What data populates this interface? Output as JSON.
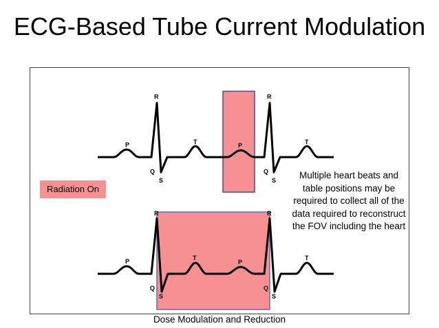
{
  "slide": {
    "title": "ECG-Based Tube Current Modulation",
    "radiation_label": "Radiation On",
    "note": "Multiple heart beats and table positions may be required to collect all of the data required to reconstruct the FOV including the heart",
    "caption": "Dose Modulation and Reduction"
  },
  "ecg_top": {
    "labels": {
      "p1": "P",
      "r1": "R",
      "q1": "Q",
      "s1": "S",
      "t1": "T",
      "p2": "P",
      "r2": "R",
      "q2": "Q",
      "s2": "S",
      "t2": "T"
    }
  },
  "ecg_bottom": {
    "labels": {
      "p1": "P",
      "r1": "R",
      "q1": "Q",
      "s1": "S",
      "t1": "T",
      "p2": "P",
      "r2": "R",
      "q2": "Q",
      "s2": "S",
      "t2": "T"
    }
  },
  "colors": {
    "window_fill": "#f79092",
    "top_window_border": "#4a4a8c",
    "bottom_window_border": "#4a73b8",
    "trace": "#000000"
  }
}
